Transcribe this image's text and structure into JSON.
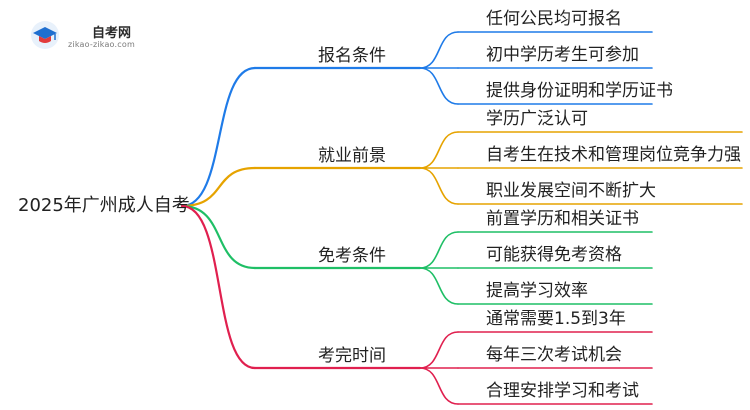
{
  "logo": {
    "title": "自考网",
    "url": "zikao-zikao.com"
  },
  "root": {
    "label": "2025年广州成人自考"
  },
  "branches": [
    {
      "label": "报名条件",
      "color": "#1f7be8",
      "items": [
        "任何公民均可报名",
        "初中学历考生可参加",
        "提供身份证明和学历证书"
      ]
    },
    {
      "label": "就业前景",
      "color": "#e6a300",
      "items": [
        "学历广泛认可",
        "自考生在技术和管理岗位竞争力强",
        "职业发展空间不断扩大"
      ]
    },
    {
      "label": "免考条件",
      "color": "#1fbf66",
      "items": [
        "前置学历和相关证书",
        "可能获得免考资格",
        "提高学习效率"
      ]
    },
    {
      "label": "考完时间",
      "color": "#e0204f",
      "items": [
        "通常需要1.5到3年",
        "每年三次考试机会",
        "合理安排学习和考试"
      ]
    }
  ]
}
